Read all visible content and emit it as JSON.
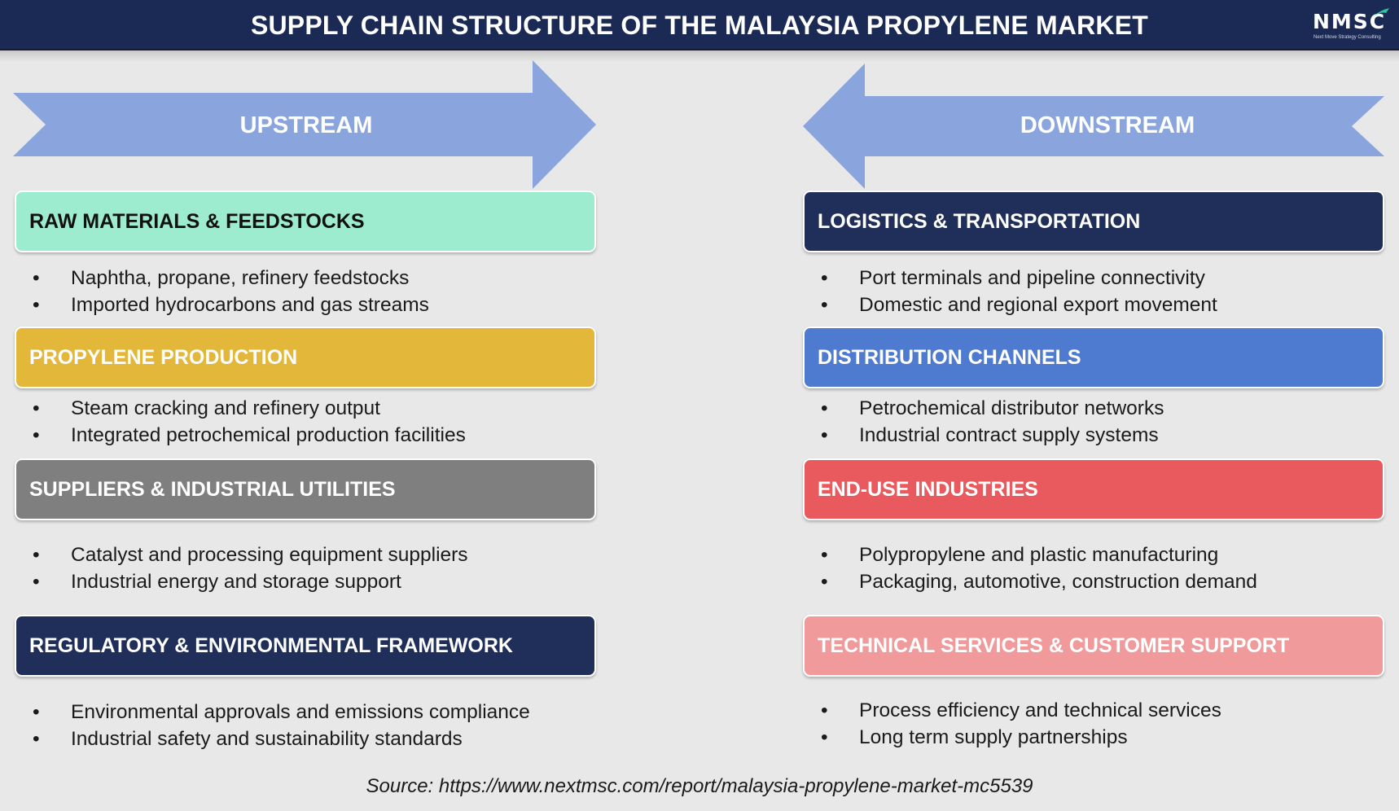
{
  "title": "SUPPLY CHAIN STRUCTURE OF THE MALAYSIA PROPYLENE MARKET",
  "logo": {
    "text": "NMSC",
    "tagline": "Next Move Strategy Consulting"
  },
  "colors": {
    "header": "#1b2a55",
    "arrow": "#8aa5dd",
    "raw_materials": "#9eecd0",
    "propylene_production": "#e2b73a",
    "suppliers": "#7f7f7f",
    "regulatory": "#1f2f5a",
    "logistics": "#1f2f5a",
    "distribution": "#4e7ad0",
    "end_use": "#e85a5e",
    "technical_services": "#f19a9c"
  },
  "upstream": {
    "label": "UPSTREAM",
    "sections": [
      {
        "title": "RAW MATERIALS & FEEDSTOCKS",
        "items": [
          "Naphtha, propane, refinery feedstocks",
          "Imported hydrocarbons and gas streams"
        ]
      },
      {
        "title": "PROPYLENE PRODUCTION",
        "items": [
          "Steam cracking and refinery output",
          "Integrated petrochemical production facilities"
        ]
      },
      {
        "title": "SUPPLIERS & INDUSTRIAL UTILITIES",
        "items": [
          "Catalyst and processing equipment suppliers",
          "Industrial energy and storage support"
        ]
      },
      {
        "title": "REGULATORY & ENVIRONMENTAL FRAMEWORK",
        "items": [
          "Environmental approvals and emissions compliance",
          "Industrial safety and sustainability standards"
        ]
      }
    ]
  },
  "downstream": {
    "label": "DOWNSTREAM",
    "sections": [
      {
        "title": "LOGISTICS & TRANSPORTATION",
        "items": [
          "Port terminals and pipeline connectivity",
          "Domestic and regional export movement"
        ]
      },
      {
        "title": "DISTRIBUTION CHANNELS",
        "items": [
          "Petrochemical distributor networks",
          "Industrial contract supply systems"
        ]
      },
      {
        "title": "END-USE INDUSTRIES",
        "items": [
          "Polypropylene and plastic manufacturing",
          "Packaging, automotive, construction demand"
        ]
      },
      {
        "title": "TECHNICAL SERVICES & CUSTOMER SUPPORT",
        "items": [
          "Process efficiency and technical services",
          "Long term supply partnerships"
        ]
      }
    ]
  },
  "bullet": "•",
  "source": "Source: https://www.nextmsc.com/report/malaysia-propylene-market-mc5539"
}
